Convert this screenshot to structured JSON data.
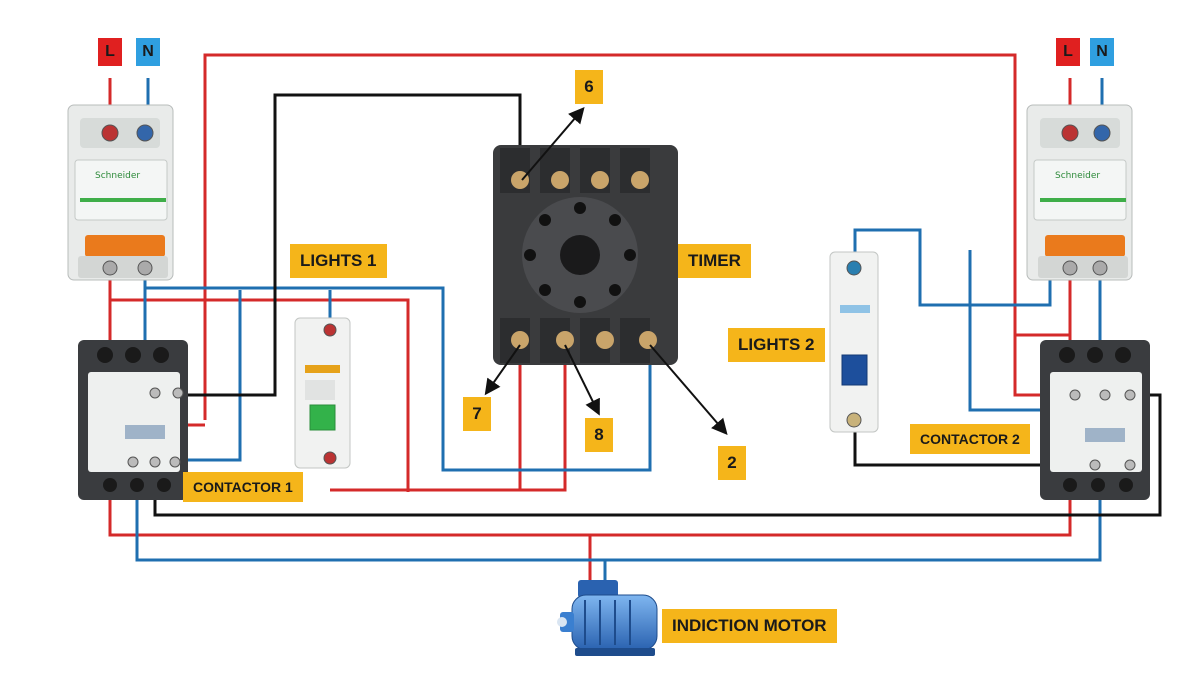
{
  "supply_left": {
    "line_label": "L",
    "neutral_label": "N"
  },
  "supply_right": {
    "line_label": "L",
    "neutral_label": "N"
  },
  "breaker_brand": "Schneider",
  "labels": {
    "lights1": "LIGHTS 1",
    "lights2": "LIGHTS 2",
    "timer": "TIMER",
    "contactor1": "CONTACTOR 1",
    "contactor2": "CONTACTOR 2",
    "motor": "INDICTION MOTOR"
  },
  "timer_pins": {
    "p6": "6",
    "p7": "7",
    "p8": "8",
    "p2": "2"
  },
  "colors": {
    "line_wire": "#d42a2a",
    "neutral_wire": "#1f6fb0",
    "control_wire": "#111111",
    "label_bg": "#f5b51a",
    "l_tag": "#e02020",
    "n_tag": "#2f9fe0",
    "motor_body": "#3a7fd0"
  }
}
